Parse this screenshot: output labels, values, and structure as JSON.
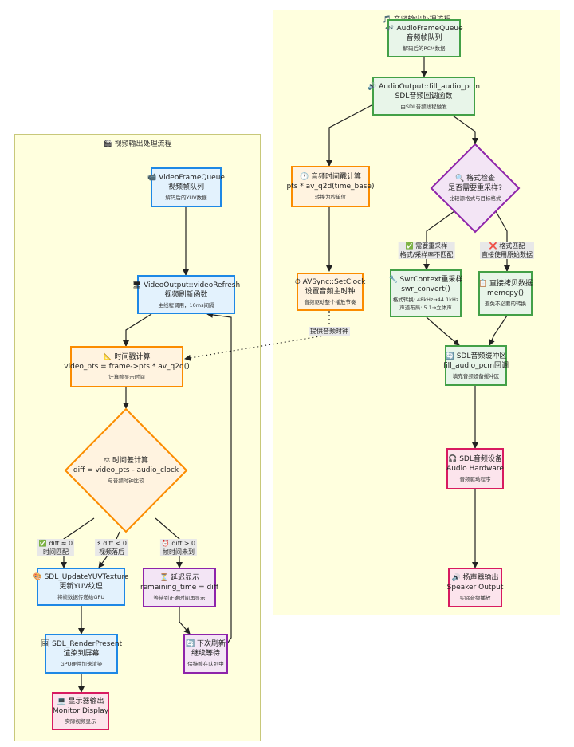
{
  "video_cluster": {
    "title": "🎬 视频输出处理流程",
    "frame_queue": {
      "title": "📹 VideoFrameQueue",
      "line2": "视频帧队列",
      "sub": "解码后的YUV数据"
    },
    "refresh": {
      "title": "🖥 VideoOutput::videoRefresh",
      "line2": "视频刷新函数",
      "sub": "主线程调用，10ms间隔"
    },
    "timestamp": {
      "title": "📐 时间戳计算",
      "line2": "video_pts = frame->pts * av_q2d()",
      "sub": "计算帧显示时间"
    },
    "diff_calc": {
      "title": "⚖ 时间差计算",
      "line2": "diff = video_pts - audio_clock",
      "sub": "与音频时钟比较"
    },
    "edge_match": "✅ diff ≈ 0\n时间匹配",
    "edge_behind": "⚡ diff < 0\n视频落后",
    "edge_ahead": "⏰ diff > 0\n帧时间未到",
    "update_tex": {
      "title": "🎨 SDL_UpdateYUVTexture",
      "line2": "更新YUV纹理",
      "sub": "将帧数据传递给GPU"
    },
    "delay": {
      "title": "⏳ 延迟显示",
      "line2": "remaining_time = diff",
      "sub": "等待到正确时间再显示"
    },
    "render_present": {
      "title": "🖼 SDL_RenderPresent",
      "line2": "渲染到屏幕",
      "sub": "GPU硬件加速渲染"
    },
    "next_refresh": {
      "title": "🔄 下次刷新",
      "line2": "继续等待",
      "sub": "保持帧在队列中"
    },
    "monitor": {
      "title": "💻 显示器输出",
      "line2": "Monitor Display",
      "sub": "实际视频显示"
    }
  },
  "audio_cluster": {
    "title": "🎵 音频输出处理流程",
    "frame_queue": {
      "title": "🎶 AudioFrameQueue",
      "line2": "音频帧队列",
      "sub": "解码后的PCM数据"
    },
    "fill_audio": {
      "title": "🔊 AudioOutput::fill_audio_pcm",
      "line2": "SDL音频回调函数",
      "sub": "由SDL音频线程触发"
    },
    "pts_calc": {
      "title": "🕐 音频时间戳计算",
      "line2": "pts * av_q2d(time_base)",
      "sub": "转换为秒单位"
    },
    "format_check": {
      "title": "🔍 格式检查",
      "line2": "是否需要重采样?",
      "sub": "比较源格式与目标格式"
    },
    "edge_need": "✅ 需要重采样\n格式/采样率不匹配",
    "edge_match": "❌ 格式匹配\n直接使用原始数据",
    "set_clock": {
      "title": "⏱ AVSync::SetClock",
      "line2": "设置音频主时钟",
      "sub": "音频驱动整个播放节奏"
    },
    "swr": {
      "title": "🔧 SwrContext重采样",
      "line2": "swr_convert()",
      "sub": "格式转换: 48kHz→44.1kHz",
      "sub2": "声道布局: 5.1→立体声"
    },
    "memcpy": {
      "title": "📋 直接拷贝数据",
      "line2": "memcpy()",
      "sub": "避免不必要的转换"
    },
    "buffer": {
      "title": "🔄 SDL音频缓冲区",
      "line2": "fill_audio_pcm回调",
      "sub": "填充音频设备缓冲区"
    },
    "device": {
      "title": "🎧 SDL音频设备",
      "line2": "Audio Hardware",
      "sub": "音频驱动程序"
    },
    "speaker": {
      "title": "🔊 扬声器输出",
      "line2": "Speaker Output",
      "sub": "实际音频播放"
    }
  },
  "cross_edge_label": "提供音频时钟",
  "colors": {
    "blue": "#1e88e5",
    "green": "#43a047",
    "orange": "#fb8c00",
    "purple": "#8e24aa",
    "pink": "#d81b60",
    "cluster_bg": "#ffffde"
  }
}
